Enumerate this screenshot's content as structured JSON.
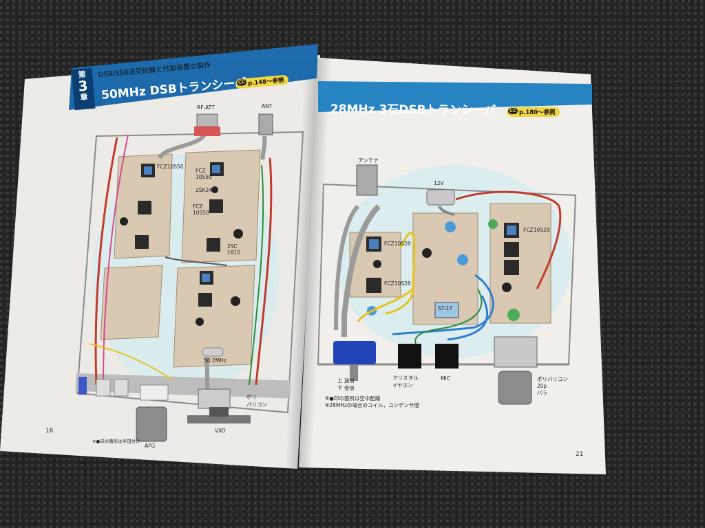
{
  "left_page": {
    "chapter_label": "第",
    "chapter_number": "3",
    "chapter_suffix": "章",
    "subtitle": "DSB/SSB送受信機と付加装置の製作",
    "title": "50MHz DSBトランシーバ",
    "page_ref": "p.148～参照",
    "page_number": "16",
    "labels": {
      "rf_att": "RF-ATT",
      "ant": "ANT",
      "afg": "AFG",
      "vxo": "VXO",
      "poribarikon": "ポリ\nバリコン",
      "osc": "50.2MHz",
      "fcz1": "FCZ10S50",
      "fcz2": "FCZ\n10S50",
      "fcz3": "FCZ\n10S50",
      "sk": "2SK241",
      "sc": "2SC\n1815",
      "note": "※●印の箇所は半田付け"
    }
  },
  "right_page": {
    "title": "28MHz 3石DSBトランシーバ",
    "page_ref": "p.180～参照",
    "page_number": "21",
    "labels": {
      "antenna": "アンテナ",
      "v12": "12V",
      "crystal_earphone": "クリスタル\nイヤホン",
      "mic": "MIC",
      "varicon": "ポリバリコン\n20p\nバラ",
      "switch": "上 送信\n下 受信",
      "st17": "ST-17",
      "fcz28a": "FCZ10S28",
      "fcz28b": "FCZ10S28",
      "fcz28c": "FCZ10S28",
      "note1": "※●印の箇所は空中配線",
      "note2": "※28MHzの場合のコイル，コンデンサ値"
    }
  },
  "colors": {
    "header_blue": "#1767a6",
    "chapter_navy": "#0b3f73",
    "ref_yellow": "#f2d640",
    "board": "#d9c9b3",
    "wire_red": "#c23a2a",
    "wire_yellow": "#e8c21a",
    "wire_blue": "#2f7fd0",
    "wire_green": "#2e8b3a"
  }
}
